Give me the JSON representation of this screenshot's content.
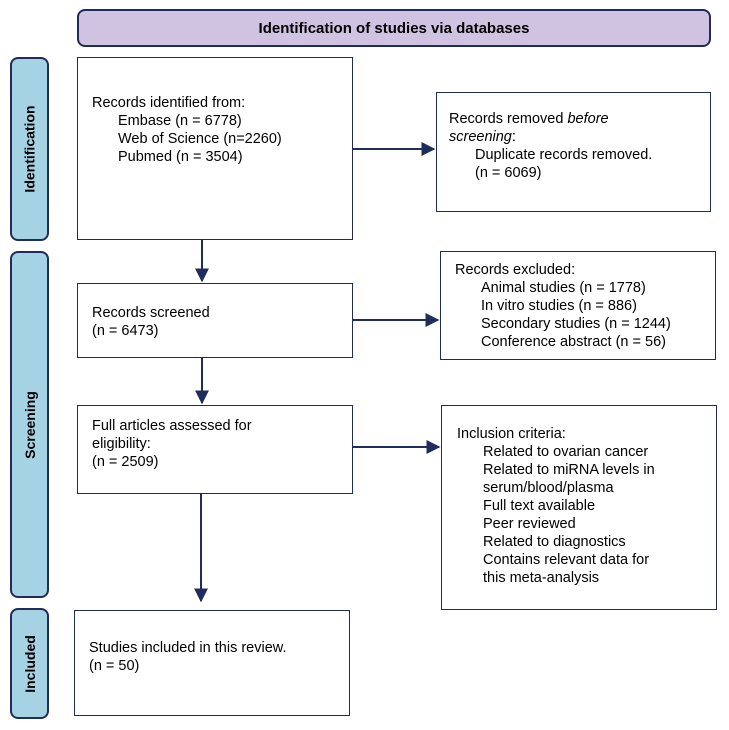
{
  "colors": {
    "header_fill": "#CFC3E1",
    "stage_fill": "#A6D3E3",
    "border": "#1F2C5C",
    "arrow": "#1F2C5C"
  },
  "header": {
    "title": "Identification of studies via databases"
  },
  "stages": {
    "identification": "Identification",
    "screening": "Screening",
    "included": "Included"
  },
  "records_identified": {
    "title": "Records identified from:",
    "embase": "Embase (n = 6778)",
    "wos": "Web of Science (n=2260)",
    "pubmed": "Pubmed (n = 3504)"
  },
  "records_removed": {
    "title_a": "Records removed ",
    "title_b": "before",
    "title_c": "screening",
    "title_d": ":",
    "duplicates": "Duplicate records removed.",
    "count": "(n = 6069)"
  },
  "records_screened": {
    "title": "Records screened",
    "count": "(n = 6473)"
  },
  "records_excluded": {
    "title": "Records excluded:",
    "items": [
      "Animal studies (n = 1778)",
      "In vitro studies (n = 886)",
      "Secondary studies (n = 1244)",
      "Conference abstract (n = 56)"
    ]
  },
  "full_articles": {
    "line1": "Full articles assessed for",
    "line2": "eligibility:",
    "count": "(n = 2509)"
  },
  "inclusion": {
    "title": "Inclusion criteria:",
    "items": [
      "Related to ovarian cancer",
      "Related to miRNA levels in",
      "serum/blood/plasma",
      "Full text available",
      "Peer reviewed",
      "Related to diagnostics",
      "Contains relevant data for",
      "this meta-analysis"
    ]
  },
  "included": {
    "title": "Studies included in this review.",
    "count": "(n = 50)"
  }
}
